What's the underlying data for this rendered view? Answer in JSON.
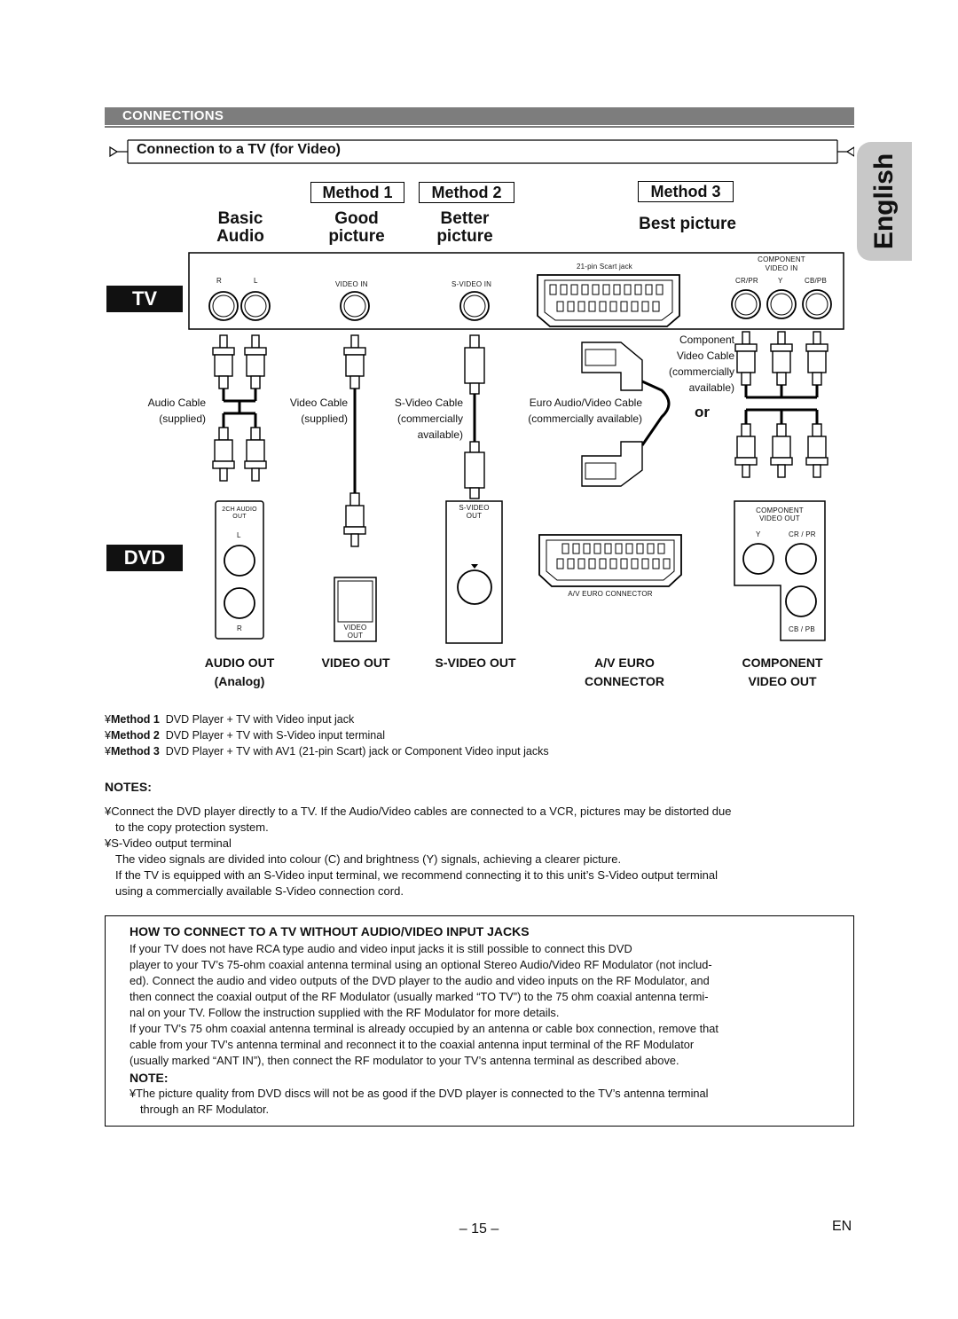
{
  "section_title": "CONNECTIONS",
  "subsection_title": "Connection to a TV (for Video)",
  "side_tab": "English",
  "methods": {
    "method1": "Method 1",
    "method2": "Method 2",
    "method3": "Method 3"
  },
  "quality": {
    "basic": [
      "Basic",
      "Audio"
    ],
    "good": [
      "Good",
      "picture"
    ],
    "better": [
      "Better",
      "picture"
    ],
    "best": "Best picture"
  },
  "tv_badge": "TV",
  "dvd_badge": "DVD",
  "tv_jacks": {
    "r": "R",
    "l": "L",
    "video_in": "VIDEO IN",
    "s_video_in": "S-VIDEO IN",
    "scart": "21-pin Scart jack",
    "component_title": [
      "COMPONENT",
      "VIDEO IN"
    ],
    "cr_pr": "CR/PR",
    "y": "Y",
    "cb_pb": "CB/PB"
  },
  "cables": {
    "audio": [
      "Audio Cable",
      "(supplied)"
    ],
    "video": [
      "Video Cable",
      "(supplied)"
    ],
    "s_video": [
      "S-Video Cable",
      "(commercially",
      "available)"
    ],
    "euro": [
      "Euro Audio/Video Cable",
      "(commercially available)"
    ],
    "component": [
      "Component",
      "Video Cable",
      "(commercially",
      "available)"
    ],
    "or": "or"
  },
  "dvd_jacks": {
    "audio_title": [
      "2CH AUDIO",
      "OUT"
    ],
    "l": "L",
    "r": "R",
    "video_title": [
      "VIDEO",
      "OUT"
    ],
    "s_video_title": [
      "S-VIDEO",
      "OUT"
    ],
    "euro_title": "A/V EURO CONNECTOR",
    "component_title": [
      "COMPONENT",
      "VIDEO OUT"
    ],
    "y": "Y",
    "cr_pr": "CR / PR",
    "cb_pb": "CB / PB"
  },
  "outputs": {
    "audio_out": [
      "AUDIO OUT",
      "(Analog)"
    ],
    "video_out": "VIDEO OUT",
    "s_video_out": "S-VIDEO OUT",
    "av_euro": [
      "A/V EURO",
      "CONNECTOR"
    ],
    "component": [
      "COMPONENT",
      "VIDEO OUT"
    ]
  },
  "method_list": [
    {
      "bullet": "¥",
      "label": "Method 1",
      "text": "DVD Player + TV with Video input jack"
    },
    {
      "bullet": "¥",
      "label": "Method 2",
      "text": "DVD Player + TV with S-Video input terminal"
    },
    {
      "bullet": "¥",
      "label": "Method 3",
      "text": "DVD Player + TV with AV1 (21-pin Scart) jack or Component Video input jacks"
    }
  ],
  "notes": {
    "heading": "NOTES:",
    "items": [
      [
        "¥Connect the DVD player directly to a TV. If the Audio/Video cables are connected to a VCR, pictures may be distorted due",
        "to the copy protection system."
      ],
      [
        "¥S-Video output terminal",
        "The video signals are divided into colour (C) and brightness (Y) signals, achieving a clearer picture.",
        "If the TV is equipped with an S-Video input terminal, we recommend connecting it to this unit’s S-Video output terminal",
        "using a commercially available S-Video connection cord."
      ]
    ]
  },
  "how_to": {
    "heading": "HOW TO CONNECT TO A TV WITHOUT AUDIO/VIDEO INPUT JACKS",
    "lines": [
      "If your TV does not have RCA type audio and video input jacks it is still possible to connect this DVD",
      "player to your TV’s 75-ohm coaxial antenna terminal using an optional Stereo Audio/Video RF Modulator (not includ-",
      "ed). Connect the audio and video outputs of the DVD player to the audio and video inputs on the RF Modulator, and",
      "then connect the coaxial output of the RF Modulator (usually marked “TO TV”) to the 75 ohm coaxial antenna termi-",
      "nal on your TV. Follow the instruction supplied with the RF Modulator for more details.",
      "If your TV’s 75 ohm coaxial antenna terminal is already occupied by an antenna or cable box connection, remove that",
      "cable from your TV’s antenna terminal and reconnect it to the coaxial antenna input terminal of the RF Modulator",
      "(usually marked “ANT IN”), then connect the RF modulator to your TV’s antenna terminal as described above."
    ],
    "note_heading": "NOTE:",
    "note_lines": [
      "¥The picture quality from DVD discs will not be as good if the DVD player is connected to the TV’s antenna terminal",
      "through an RF Modulator."
    ]
  },
  "page_number": "– 15 –",
  "lang_code": "EN"
}
